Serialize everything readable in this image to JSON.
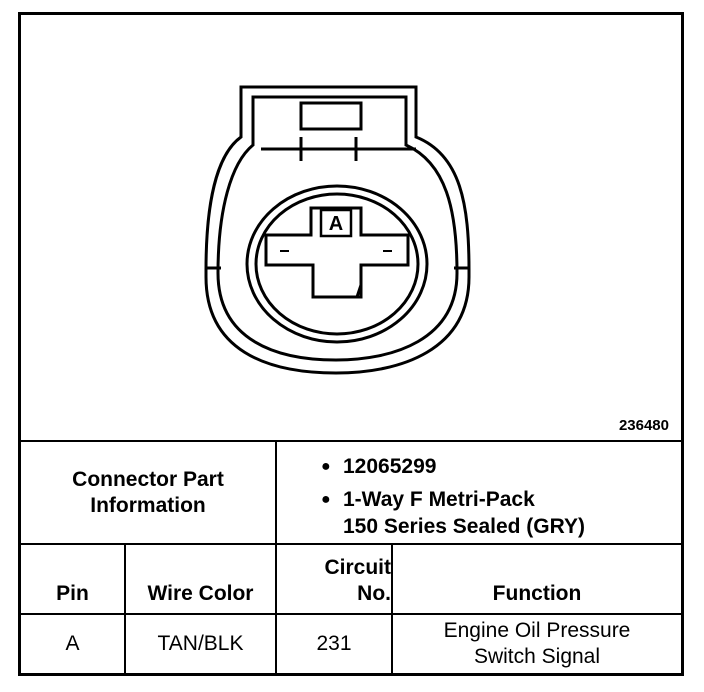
{
  "figure_id": "236480",
  "connector": {
    "pin_label": "A",
    "colors": {
      "line": "#000000",
      "background": "#ffffff"
    }
  },
  "info": {
    "label_line1": "Connector Part",
    "label_line2": "Information",
    "bullets": [
      {
        "lines": [
          "12065299"
        ]
      },
      {
        "lines": [
          "1-Way F Metri-Pack",
          "150 Series Sealed (GRY)"
        ]
      }
    ]
  },
  "table": {
    "headers": {
      "pin": "Pin",
      "wire_color": "Wire Color",
      "circuit_line1": "Circuit",
      "circuit_line2": "No.",
      "function": "Function"
    },
    "rows": [
      {
        "pin": "A",
        "wire_color": "TAN/BLK",
        "circuit": "231",
        "function_line1": "Engine Oil Pressure",
        "function_line2": "Switch Signal"
      }
    ]
  }
}
